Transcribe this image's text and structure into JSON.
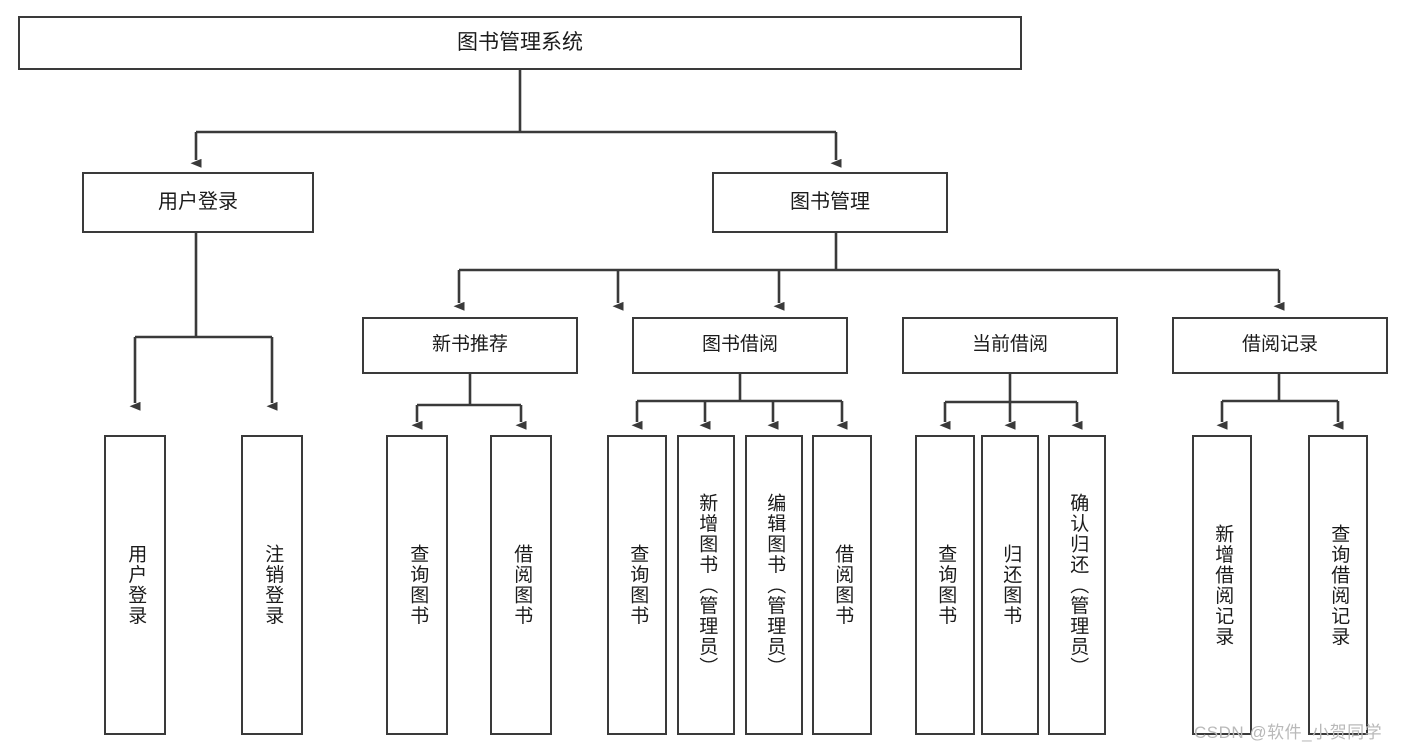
{
  "diagram": {
    "title": "图书管理系统",
    "type": "functional-structure-tree",
    "root": {
      "label": "图书管理系统"
    },
    "level1": [
      {
        "id": "user-login",
        "label": "用户登录"
      },
      {
        "id": "book-manage",
        "label": "图书管理"
      }
    ],
    "level2": [
      {
        "id": "new-book-recommend",
        "label": "新书推荐",
        "parent": "book-manage"
      },
      {
        "id": "book-borrow",
        "label": "图书借阅",
        "parent": "book-manage"
      },
      {
        "id": "current-borrow",
        "label": "当前借阅",
        "parent": "book-manage"
      },
      {
        "id": "borrow-record",
        "label": "借阅记录",
        "parent": "book-manage"
      }
    ],
    "leaves": [
      {
        "id": "leaf-user-login",
        "label": "用户登录",
        "parent": "user-login"
      },
      {
        "id": "leaf-logout-login",
        "label": "注销登录",
        "parent": "user-login"
      },
      {
        "id": "leaf-query-book-1",
        "label": "查询图书",
        "parent": "new-book-recommend"
      },
      {
        "id": "leaf-borrow-book-1",
        "label": "借阅图书",
        "parent": "new-book-recommend"
      },
      {
        "id": "leaf-query-book-2",
        "label": "查询图书",
        "parent": "book-borrow"
      },
      {
        "id": "leaf-add-book",
        "label": "新增图书（管理员）",
        "parent": "book-borrow"
      },
      {
        "id": "leaf-edit-book",
        "label": "编辑图书（管理员）",
        "parent": "book-borrow"
      },
      {
        "id": "leaf-borrow-book-2",
        "label": "借阅图书",
        "parent": "book-borrow"
      },
      {
        "id": "leaf-query-book-3",
        "label": "查询图书",
        "parent": "current-borrow"
      },
      {
        "id": "leaf-return-book",
        "label": "归还图书",
        "parent": "current-borrow"
      },
      {
        "id": "leaf-confirm-return",
        "label": "确认归还（管理员）",
        "parent": "current-borrow"
      },
      {
        "id": "leaf-add-record",
        "label": "新增借阅记录",
        "parent": "borrow-record"
      },
      {
        "id": "leaf-query-record",
        "label": "查询借阅记录",
        "parent": "borrow-record"
      }
    ],
    "watermark": "CSDN @软件_小贺同学",
    "colors": {
      "box_border": "#3a3a3a",
      "box_fill": "#ffffff",
      "connector": "#3a3a3a",
      "text": "#1b1b1b",
      "watermark": "#b9b9b9",
      "background": "#ffffff"
    }
  }
}
